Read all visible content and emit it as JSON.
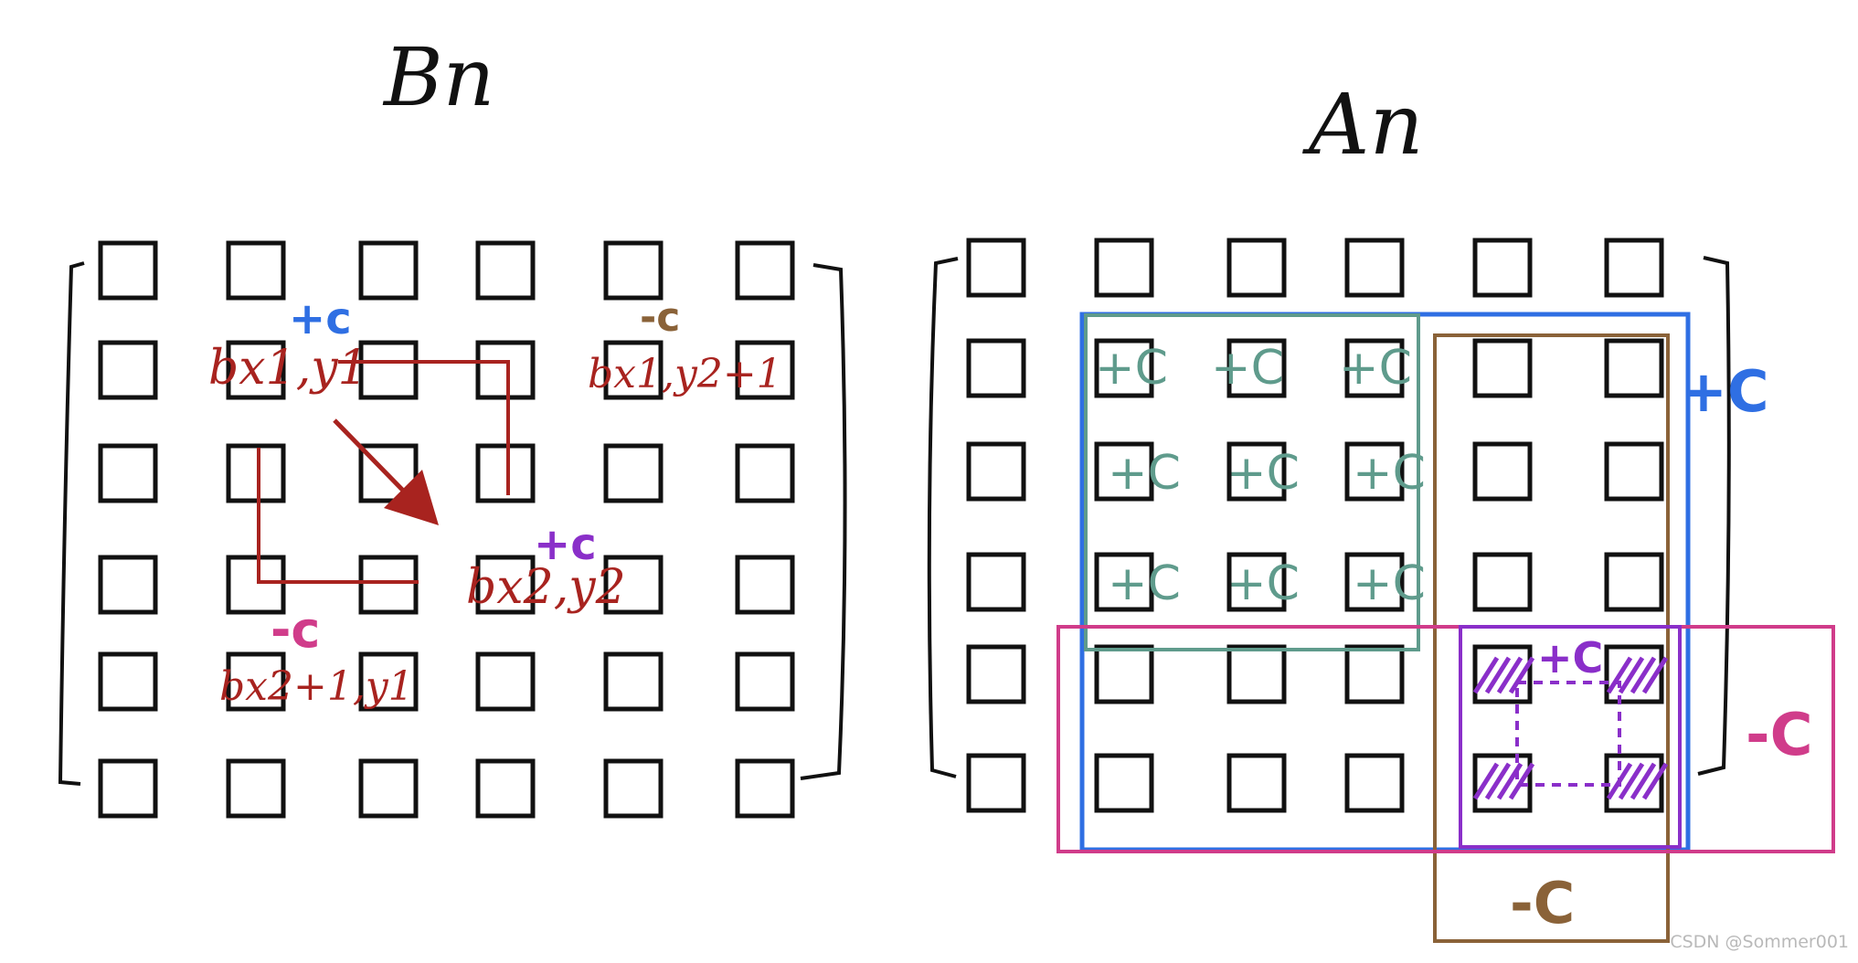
{
  "left_matrix": {
    "title": "Bn",
    "cell_labels": {
      "top_left": "bx1,y1",
      "top_right": "bx1,y2+1",
      "bottom_left": "bx2+1,y1",
      "bottom_right": "bx2,y2"
    },
    "signs": {
      "top_left": "+c",
      "top_right": "-c",
      "bottom_left": "-c",
      "bottom_right": "+c"
    }
  },
  "right_matrix": {
    "title": "An",
    "region_labels": {
      "blue": "+C",
      "brown": "-C",
      "magenta": "-C",
      "purple": "+C"
    },
    "teal_cell_label": "+C"
  },
  "watermark": "CSDN @Sommer001",
  "colors": {
    "ink": "#111111",
    "red": "#a8231f",
    "blue": "#2f6fe3",
    "teal": "#5f9b8c",
    "brown": "#8a6238",
    "magenta": "#d03c8a",
    "purple": "#8a2fc9"
  }
}
